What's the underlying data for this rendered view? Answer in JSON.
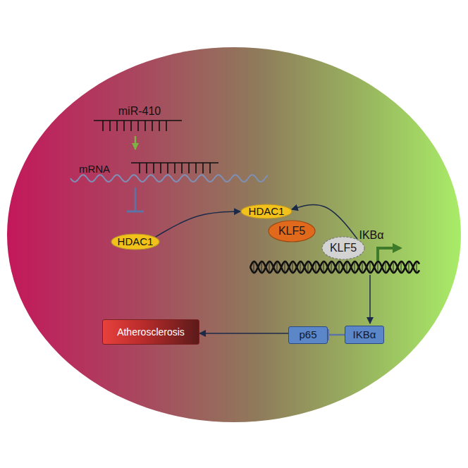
{
  "diagram": {
    "nodes": [
      {
        "text": [
          "HDAC1"
        ]
      },
      {
        "text": [
          "HDAC1"
        ]
      },
      {
        "text": [
          "KLF5"
        ]
      },
      {
        "text": [
          "KLF5"
        ]
      },
      {
        "text": [
          "IKBα"
        ]
      },
      {
        "text": [
          "p65"
        ]
      },
      {
        "text": [
          "Atherosclerosis"
        ]
      }
    ],
    "edges": [
      {
        "from": 0,
        "to": 1,
        "arrow": "to"
      },
      {
        "from": 3,
        "to": 1,
        "arrow": "to"
      },
      {
        "from": 4,
        "to": 5,
        "arrow": "to"
      },
      {
        "from": 5,
        "to": 6,
        "arrow": "to"
      }
    ],
    "labels": [
      "miR-410",
      "mRNA",
      "IKBα"
    ]
  }
}
